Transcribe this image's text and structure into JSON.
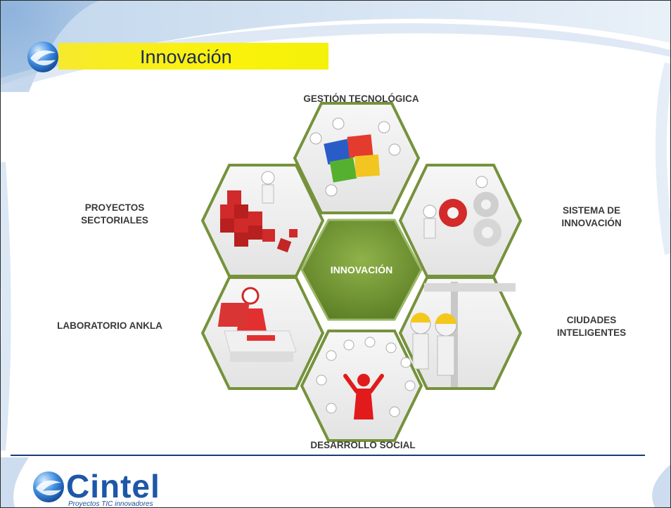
{
  "slide": {
    "title": "Innovación",
    "center_label": "INNOVACIÓN",
    "labels": {
      "top": "GESTIÓN TECNOLÓGICA",
      "upper_left": "PROYECTOS SECTORIALES",
      "upper_right": "SISTEMA DE INNOVACIÓN",
      "lower_left": "LABORATORIO ANKLA",
      "lower_right": "CIUDADES INTELIGENTES",
      "bottom": "DESARROLLO SOCIAL"
    }
  },
  "footer": {
    "brand": "Cintel",
    "tagline": "Proyectos TIC innovadores"
  },
  "colors": {
    "hex_border": "#76923c",
    "hex_center": "#6e8f2f",
    "title_bar": "#f9ee14",
    "brand": "#1d57a8"
  },
  "icons": {
    "logo": "cintel-globe-icon",
    "top": "puzzle-team-image",
    "upper_left": "red-blocks-image",
    "upper_right": "gears-image",
    "lower_left": "laptop-operator-image",
    "lower_right": "hardhat-workers-image",
    "bottom": "people-circle-image"
  }
}
